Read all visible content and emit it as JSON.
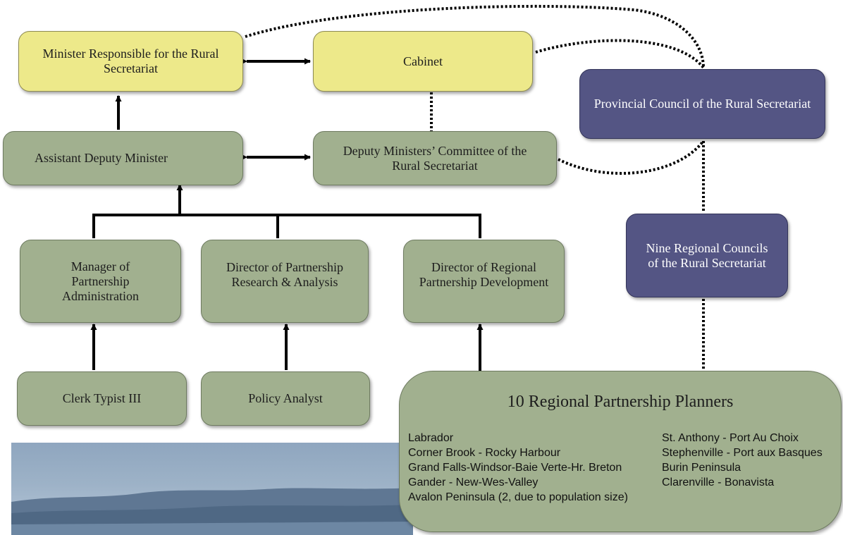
{
  "nodes": {
    "minister": "Minister Responsible for the Rural Secretariat",
    "cabinet": "Cabinet",
    "provincial_council": "Provincial Council of the Rural Secretariat",
    "adm": "Assistant Deputy Minister",
    "dm_committee": "Deputy Ministers’ Committee of the Rural Secretariat",
    "regional_councils": "Nine Regional Councils of the Rural Secretariat",
    "manager_admin": "Manager of Partnership Administration",
    "director_research": "Director of Partnership Research & Analysis",
    "director_regional": "Director of Regional Partnership Development",
    "clerk": "Clerk Typist III",
    "policy_analyst": "Policy Analyst"
  },
  "planners": {
    "title": "10 Regional Partnership Planners",
    "column1": [
      "Labrador",
      "Corner Brook - Rocky Harbour",
      "Grand Falls-Windsor-Baie Verte-Hr. Breton",
      "Gander - New-Wes-Valley",
      "Avalon Peninsula (2, due to population size)"
    ],
    "column2": [
      "St. Anthony - Port Au Choix",
      "Stephenville - Port aux Basques",
      "Burin Peninsula",
      "Clarenville - Bonavista"
    ]
  },
  "colors": {
    "yellow_box": "#ede98a",
    "green_box": "#a1b08f",
    "navy_box": "#545584",
    "connector": "#000000"
  }
}
